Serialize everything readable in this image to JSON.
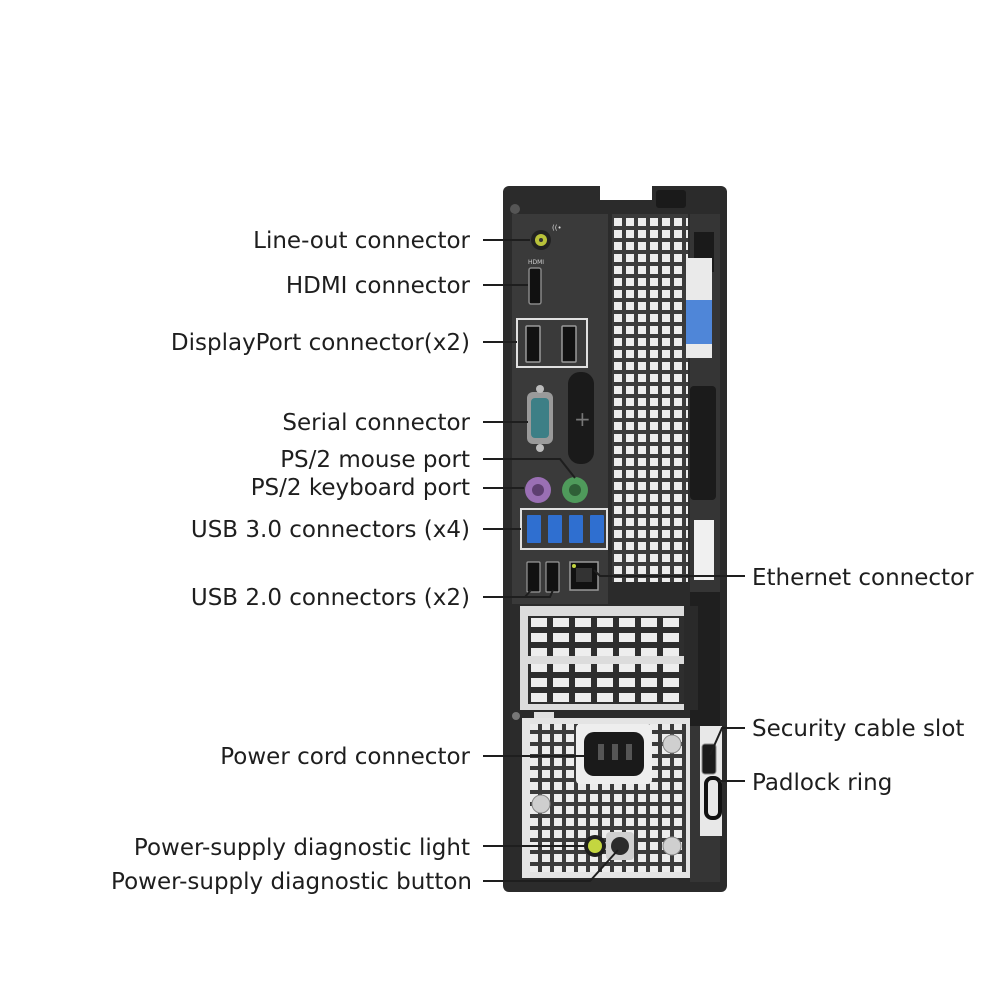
{
  "labels": {
    "line_out": "Line-out connector",
    "hdmi": "HDMI connector",
    "displayport": "DisplayPort connector(x2)",
    "serial": "Serial connector",
    "ps2_mouse": "PS/2 mouse port",
    "ps2_keyboard": "PS/2 keyboard port",
    "usb3": "USB 3.0 connectors (x4)",
    "usb2": "USB 2.0 connectors (x2)",
    "power_cord": "Power cord connector",
    "psu_light": "Power-supply diagnostic light",
    "psu_button": "Power-supply diagnostic button",
    "ethernet": "Ethernet connector",
    "security_slot": "Security cable slot",
    "padlock": "Padlock ring"
  },
  "colors": {
    "chassis": "#2b2b2b",
    "io_panel": "#3a3a3a",
    "vent_bg": "#e9e9e9",
    "usb3_blue": "#2f6fd0",
    "ps2_mouse_green": "#4f9a5b",
    "ps2_keyboard_purple": "#9a6fb4",
    "serial_teal": "#3d7f86",
    "line_out_lime": "#b9c23a",
    "diag_light_lime": "#c4d640",
    "latch_blue": "#4f86d8"
  }
}
